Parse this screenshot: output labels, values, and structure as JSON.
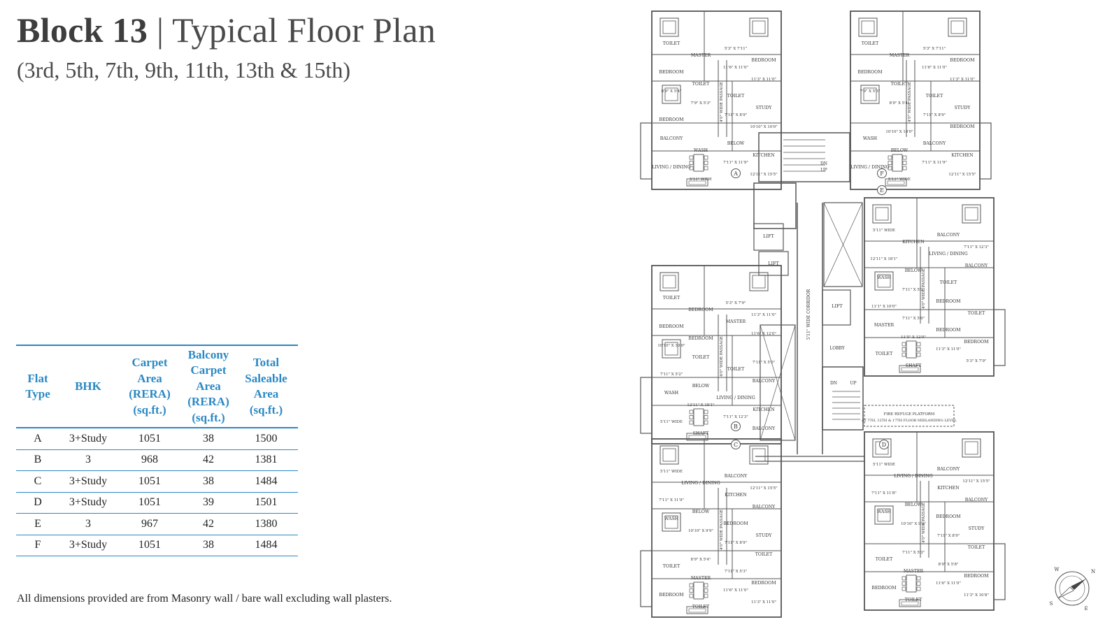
{
  "header": {
    "title_bold": "Block 13",
    "title_rest": " | Typical Floor Plan",
    "subtitle": "(3rd, 5th, 7th, 9th, 11th, 13th & 15th)"
  },
  "table": {
    "headers": [
      [
        "Flat",
        "Type"
      ],
      [
        "BHK"
      ],
      [
        "Carpet",
        "Area",
        "(RERA)",
        "(sq.ft.)"
      ],
      [
        "Balcony",
        "Carpet",
        "Area",
        "(RERA)",
        "(sq.ft.)"
      ],
      [
        "Total",
        "Saleable",
        "Area",
        "(sq.ft.)"
      ]
    ],
    "rows": [
      [
        "A",
        "3+Study",
        "1051",
        "38",
        "1500"
      ],
      [
        "B",
        "3",
        "968",
        "42",
        "1381"
      ],
      [
        "C",
        "3+Study",
        "1051",
        "38",
        "1484"
      ],
      [
        "D",
        "3+Study",
        "1051",
        "39",
        "1501"
      ],
      [
        "E",
        "3",
        "967",
        "42",
        "1380"
      ],
      [
        "F",
        "3+Study",
        "1051",
        "38",
        "1484"
      ]
    ]
  },
  "note": "All dimensions provided are from Masonry wall / bare wall excluding wall plasters.",
  "colors": {
    "accent": "#2a88c4",
    "plan_line": "#555555",
    "title": "#4a4a4a"
  },
  "plan": {
    "flats": [
      {
        "letter": "A",
        "labels": [
          "TOILET",
          "5'3\" X 7'11\"",
          "MASTER",
          "BEDROOM",
          "11'6\" X 11'0\"",
          "BEDROOM",
          "11'3\" X 11'0\"",
          "TOILET",
          "8'9\" X 5'4\"",
          "TOILET",
          "7'9\" X 5'3\"",
          "STUDY",
          "7'11\" X 8'9\"",
          "BEDROOM",
          "10'10\" X 10'0\"",
          "4'0\" WIDE PASSAGE",
          "BALCONY",
          "BELOW",
          "WASH",
          "KITCHEN",
          "7'11\" X 11'9\"",
          "LIVING / DINING",
          "12'11\" X 15'5\"",
          "5'11\" WIDE",
          "BALCONY"
        ]
      },
      {
        "letter": "F",
        "labels": [
          "TOILET",
          "5'3\" X 7'11\"",
          "MASTER",
          "BEDROOM",
          "11'6\" X 11'0\"",
          "BEDROOM",
          "11'3\" X 11'0\"",
          "TOILET",
          "7'9\" X 5'3\"",
          "TOILET",
          "8'9\" X 5'4\"",
          "STUDY",
          "7'11\" X 8'9\"",
          "4'0\" WIDE PASSAGE",
          "BEDROOM",
          "10'10\" X 10'0\"",
          "WASH",
          "BALCONY",
          "BELOW",
          "KITCHEN",
          "7'11\" X 11'9\"",
          "LIVING / DINING",
          "12'11\" X 15'5\"",
          "5'11\" WIDE",
          "BALCONY"
        ]
      },
      {
        "letter": "E",
        "labels": [
          "5'11\" WIDE",
          "BALCONY",
          "KITCHEN",
          "7'11\" X 12'3\"",
          "LIVING / DINING",
          "12'11\" X 18'1\"",
          "BALCONY",
          "BELOW",
          "WASH",
          "TOILET",
          "7'11\" X 5'2\"",
          "4'0\" WIDE PASSAGE",
          "BEDROOM",
          "11'1\" X 10'0\"",
          "TOILET",
          "7'11\" X 5'0\"",
          "MASTER",
          "BEDROOM",
          "11'5\" X 12'0\"",
          "BEDROOM",
          "11'3\" X 11'0\"",
          "TOILET",
          "5'3\" X 7'9\"",
          "SHAFT"
        ]
      },
      {
        "letter": "B",
        "labels": [
          "TOILET",
          "5'3\" X 7'9\"",
          "BEDROOM",
          "11'3\" X 11'0\"",
          "MASTER",
          "BEDROOM",
          "11'6\" X 12'0\"",
          "BEDROOM",
          "10'10\" X 10'0\"",
          "4'0\" WIDE PASSAGE",
          "TOILET",
          "7'11\" X 5'0\"",
          "TOILET",
          "7'11\" X 5'2\"",
          "BALCONY",
          "BELOW",
          "WASH",
          "LIVING / DINING",
          "12'11\" X 18'1\"",
          "KITCHEN",
          "7'11\" X 12'3\"",
          "5'11\" WIDE",
          "BALCONY",
          "SHAFT"
        ]
      },
      {
        "letter": "C",
        "labels": [
          "5'11\" WIDE",
          "BALCONY",
          "LIVING / DINING",
          "12'11\" X 15'5\"",
          "KITCHEN",
          "7'11\" X 11'9\"",
          "BALCONY",
          "BELOW",
          "WASH",
          "BEDROOM",
          "10'10\" X 9'9\"",
          "STUDY",
          "7'11\" X 8'9\"",
          "4'0\" WIDE PASSAGE",
          "TOILET",
          "8'9\" X 5'4\"",
          "TOILET",
          "7'11\" X 5'3\"",
          "MASTER",
          "BEDROOM",
          "11'6\" X 11'0\"",
          "BEDROOM",
          "11'3\" X 11'0\"",
          "TOILET",
          "5'3\" X 7'11\""
        ]
      },
      {
        "letter": "D",
        "labels": [
          "5'11\" WIDE",
          "BALCONY",
          "LIVING / DINING",
          "12'11\" X 15'5\"",
          "KITCHEN",
          "7'11\" X 11'8\"",
          "BALCONY",
          "BELOW",
          "WASH",
          "BEDROOM",
          "10'10\" X 9'9\"",
          "STUDY",
          "7'11\" X 8'9\"",
          "4'0\" WIDE PASSAGE",
          "TOILET",
          "7'11\" X 5'3\"",
          "TOILET",
          "8'9\" X 5'8\"",
          "MASTER",
          "BEDROOM",
          "11'6\" X 11'0\"",
          "BEDROOM",
          "11'3\" X 10'8\"",
          "TOILET",
          "5'3\" X 7'11\""
        ]
      }
    ],
    "core_labels": [
      "LIFT",
      "LIFT",
      "LIFT",
      "DN",
      "UP",
      "DN",
      "UP",
      "LOBBY",
      "5'11\" WIDE CORRIDOR",
      "FIRE REFUGE PLATFORM",
      "AT 7TH, 12TH & 17TH FLOOR MIDLANDING LEVEL"
    ],
    "compass": [
      "N",
      "E",
      "S",
      "W"
    ]
  }
}
